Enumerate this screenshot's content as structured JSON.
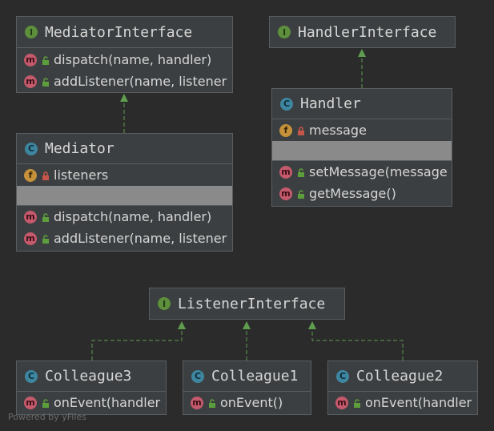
{
  "nodes": {
    "mediator_interface": {
      "title": "MediatorInterface",
      "badge": "I",
      "methods": [
        "dispatch(name, handler)",
        "addListener(name, listener"
      ]
    },
    "handler_interface": {
      "title": "HandlerInterface",
      "badge": "I"
    },
    "handler": {
      "title": "Handler",
      "badge": "C",
      "fields": [
        "message"
      ],
      "methods": [
        "setMessage(message",
        "getMessage()"
      ]
    },
    "mediator": {
      "title": "Mediator",
      "badge": "C",
      "fields": [
        "listeners"
      ],
      "methods": [
        "dispatch(name, handler)",
        "addListener(name, listener"
      ]
    },
    "listener_interface": {
      "title": "ListenerInterface",
      "badge": "I"
    },
    "colleague3": {
      "title": "Colleague3",
      "badge": "C",
      "methods": [
        "onEvent(handler"
      ]
    },
    "colleague1": {
      "title": "Colleague1",
      "badge": "C",
      "methods": [
        "onEvent()"
      ]
    },
    "colleague2": {
      "title": "Colleague2",
      "badge": "C",
      "methods": [
        "onEvent(handler"
      ]
    }
  },
  "member_badges": {
    "field": "f",
    "method": "m"
  },
  "footer": "Powered by yFiles",
  "colors": {
    "background": "#2b2b2b",
    "node_fill": "#3c3f41",
    "edge": "#5e9e4e",
    "interface_badge": "#5d8f3c",
    "class_badge": "#3e86a0",
    "field_badge": "#c5913b",
    "method_badge": "#c45a6c"
  }
}
